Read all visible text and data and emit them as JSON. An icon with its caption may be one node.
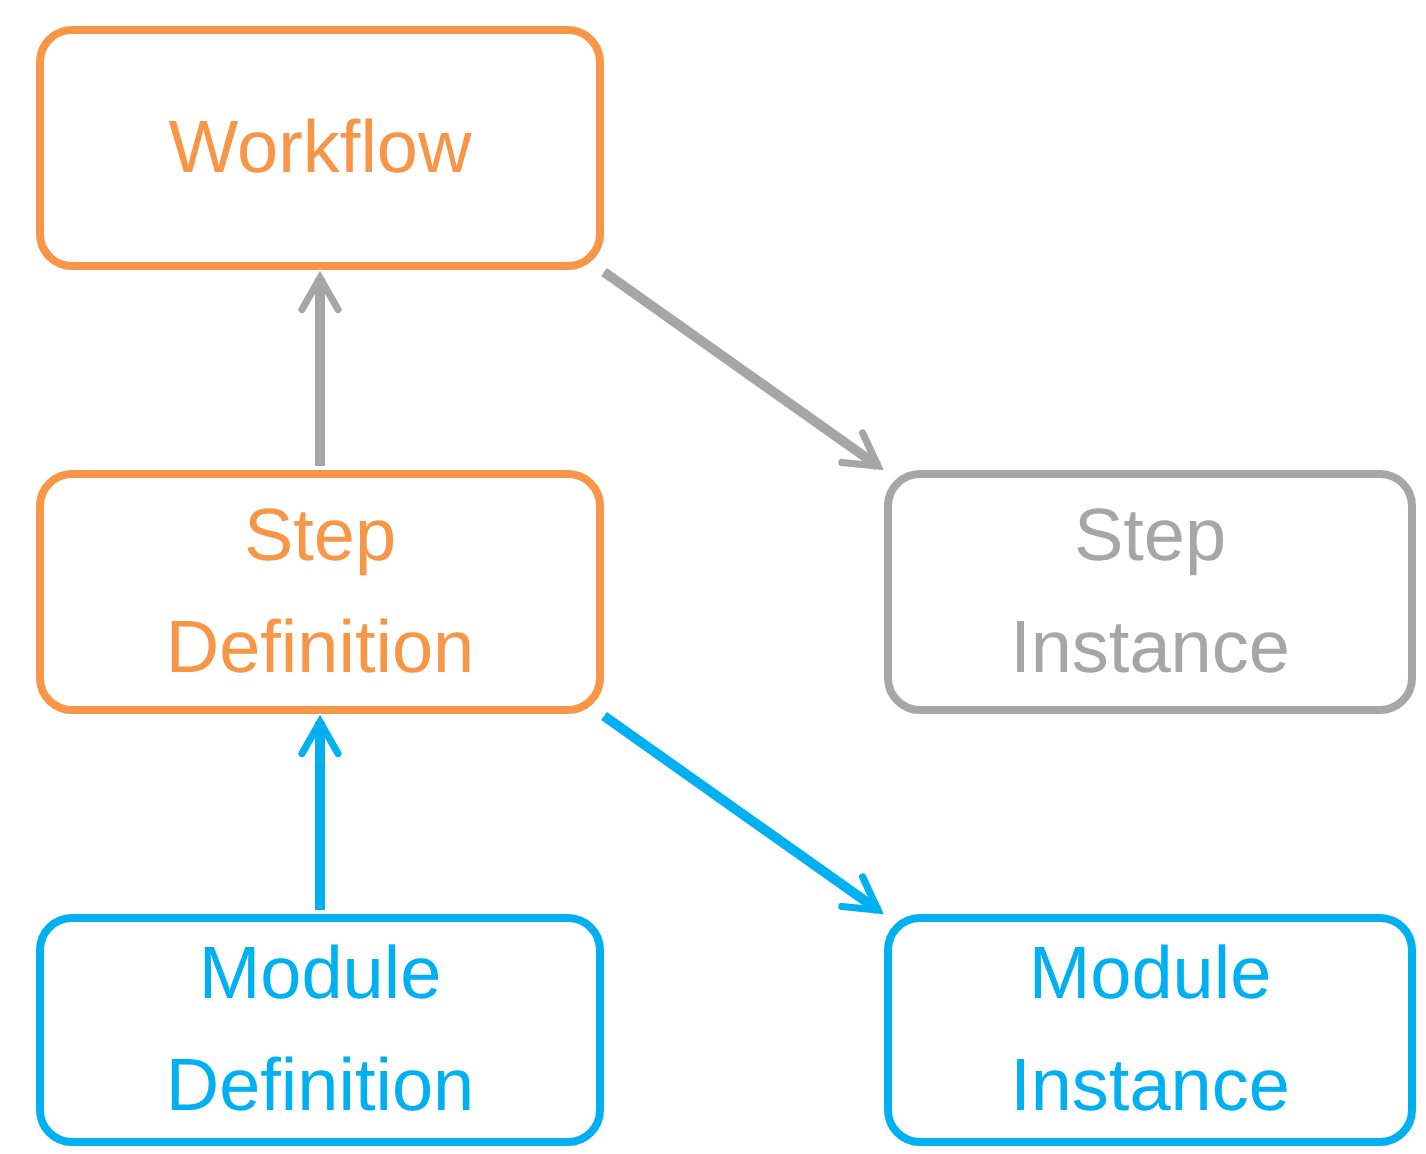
{
  "diagram": {
    "nodes": [
      {
        "text": [
          "Workflow"
        ]
      },
      {
        "text": [
          "Step Definition"
        ]
      },
      {
        "text": [
          "Step Instance"
        ]
      },
      {
        "text": [
          "Module Definition"
        ]
      },
      {
        "text": [
          "Module Instance"
        ]
      }
    ],
    "edges": [
      {
        "from": 1,
        "to": 0,
        "arrow": "to"
      },
      {
        "from": 0,
        "to": 2,
        "arrow": "to"
      },
      {
        "from": 3,
        "to": 1,
        "arrow": "to",
        "color": "#00b0f0"
      },
      {
        "from": 1,
        "to": 4,
        "arrow": "to",
        "color": "#00b0f0"
      }
    ]
  }
}
